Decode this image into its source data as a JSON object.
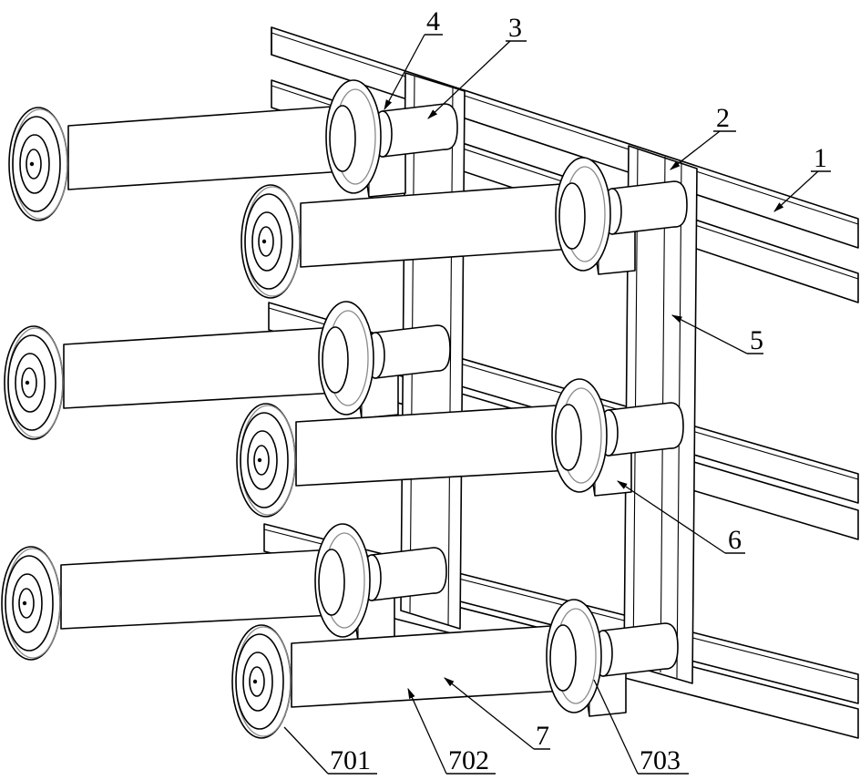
{
  "figure": {
    "type": "patent-style isometric line drawing",
    "subject": "rack with six reels mounted on a frame",
    "line_color": "#000000",
    "background": "#ffffff"
  },
  "reels": {
    "count": 6,
    "rows": 3,
    "columns": 2
  },
  "callouts": [
    {
      "id": "1",
      "label": "1",
      "part": "rail"
    },
    {
      "id": "2",
      "label": "2",
      "part": "upright frame plate"
    },
    {
      "id": "3",
      "label": "3",
      "part": "hub housing"
    },
    {
      "id": "4",
      "label": "4",
      "part": "bearing collar"
    },
    {
      "id": "5",
      "label": "5",
      "part": "vertical post"
    },
    {
      "id": "6",
      "label": "6",
      "part": "support bracket"
    },
    {
      "id": "7",
      "label": "7",
      "part": "reel"
    },
    {
      "id": "701",
      "label": "701",
      "part": "outer flange"
    },
    {
      "id": "702",
      "label": "702",
      "part": "reel barrel"
    },
    {
      "id": "703",
      "label": "703",
      "part": "inner flange"
    }
  ]
}
